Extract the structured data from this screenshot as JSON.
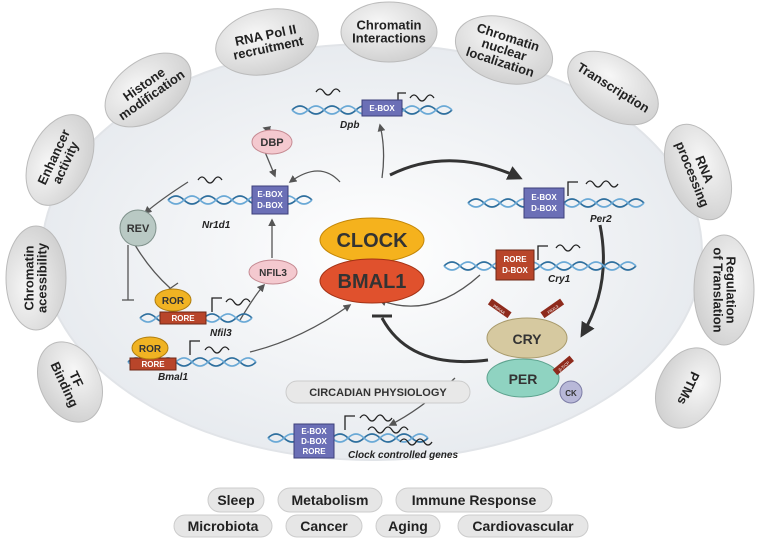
{
  "regulation_layers": [
    "RNA Pol II recruitment",
    "Chromatin Interactions",
    "Chromatin nuclear localization",
    "Transcription",
    "RNA processing",
    "Regulation of Translation",
    "PTMs",
    "TF Binding",
    "Chromatin acessibility",
    "Enhancer activity",
    "Histone modification"
  ],
  "core": {
    "clock": "CLOCK",
    "bmal1": "BMAL1"
  },
  "factors": {
    "dbp": "DBP",
    "rev": "REV",
    "nfil3": "NFIL3",
    "ror1": "ROR",
    "ror2": "ROR",
    "cry": "CRY",
    "per": "PER",
    "ck": "CK"
  },
  "genes": {
    "dpb": "Dpb",
    "nr1d1": "Nr1d1",
    "per2": "Per2",
    "cry1": "Cry1",
    "nfil3": "Nfil3",
    "bmal1": "Bmal1",
    "ccg": "Clock controlled genes"
  },
  "elements": {
    "ebox": "E-BOX",
    "dbox": "D-BOX",
    "rore": "RORE"
  },
  "ptm_tags": {
    "p1": "PRKAA",
    "p2": "FBXL3",
    "p3": "β-TrCP"
  },
  "center_label": "CIRCADIAN PHYSIOLOGY",
  "outcomes_row1": [
    "Sleep",
    "Metabolism",
    "Immune Response"
  ],
  "outcomes_row2": [
    "Microbiota",
    "Cancer",
    "Aging",
    "Cardiovascular"
  ],
  "colors": {
    "clock": "#f5b21d",
    "bmal1": "#e0512d",
    "ebox_box": "#6b6fb6",
    "rore_box": "#b8452a",
    "cry": "#d6c9a0",
    "per": "#8fd3c1",
    "dbp": "#f4c9cf",
    "rev": "#b9c9c4",
    "ror": "#f0b323",
    "ellipse": "#eef1f5",
    "pill": "#e6e6e6"
  }
}
